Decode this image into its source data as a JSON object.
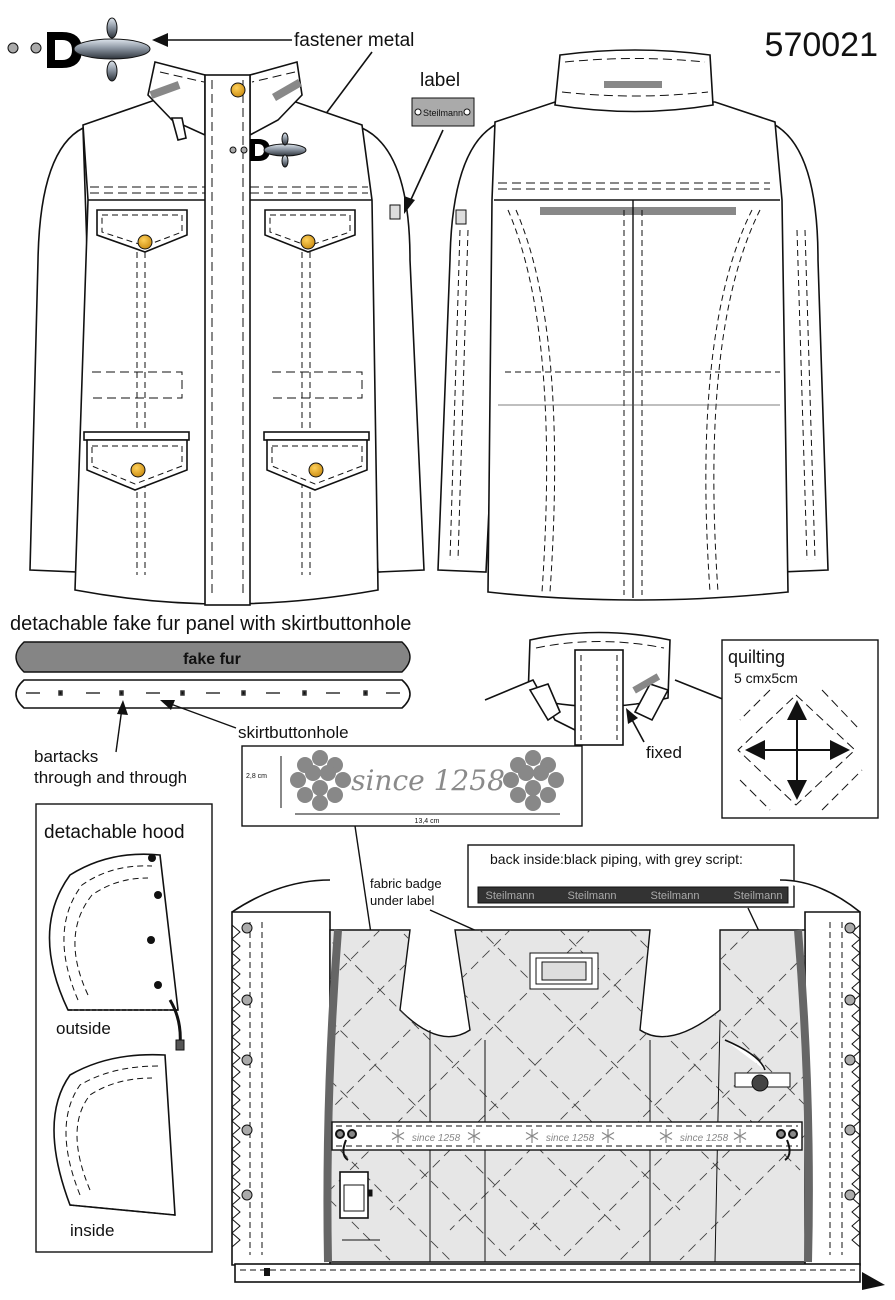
{
  "style_number": "570021",
  "labels": {
    "fastener_metal": "fastener metal",
    "label": "label",
    "label_tag_text": "Steilmann",
    "fake_fur_panel_title": "detachable fake fur panel with skirtbuttonhole",
    "fake_fur": "fake fur",
    "skirtbuttonhole": "skirtbuttonhole",
    "bartacks_line1": "bartacks",
    "bartacks_line2": "through and through",
    "fixed": "fixed",
    "quilting": "quilting",
    "quilting_size": "5 cmx5cm",
    "detachable_hood": "detachable hood",
    "outside": "outside",
    "inside": "inside",
    "badge_height": "2,8 cm",
    "badge_width": "13,4 cm",
    "badge_script": "since 1258",
    "fabric_badge_line1": "fabric badge",
    "fabric_badge_line2": "under label",
    "back_inside_note": "back inside:black piping, with grey script:",
    "piping_text": "Steilmann"
  },
  "colors": {
    "button_gold": "#e3a21c",
    "grey_fill": "#8a8a8a",
    "lining_grey": "#e6e6e6",
    "outline": "#111111"
  }
}
